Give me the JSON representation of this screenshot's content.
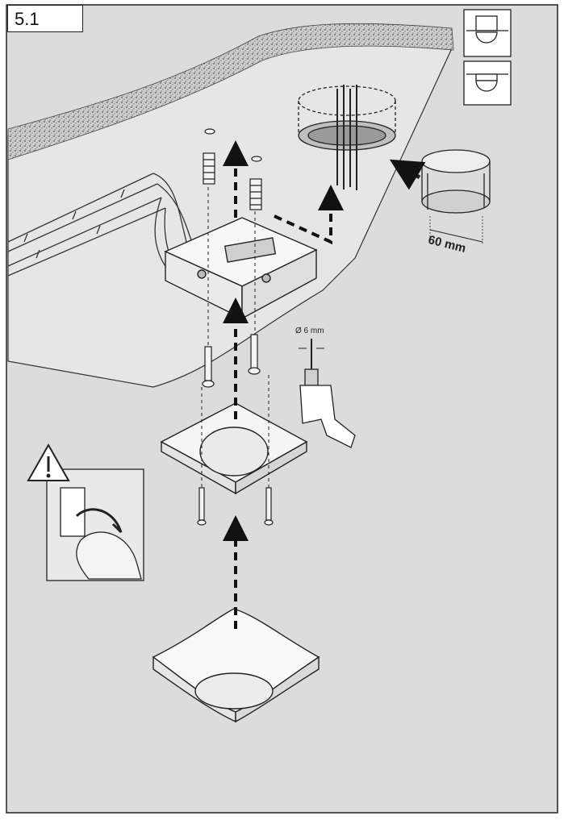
{
  "step": {
    "label": "5.1"
  },
  "dimensions": {
    "box_depth": "60 mm",
    "drill_diameter": "Ø 6 mm"
  },
  "icons": {
    "warning": "warning-triangle-icon",
    "mount_flush": "flush-mount-icon",
    "mount_surface": "surface-mount-icon",
    "drill": "drill-icon"
  },
  "colors": {
    "background": "#dcdcdc",
    "line": "#222222",
    "ceiling_fill": "#e4e4e4",
    "part_fill": "#f7f7f7"
  }
}
